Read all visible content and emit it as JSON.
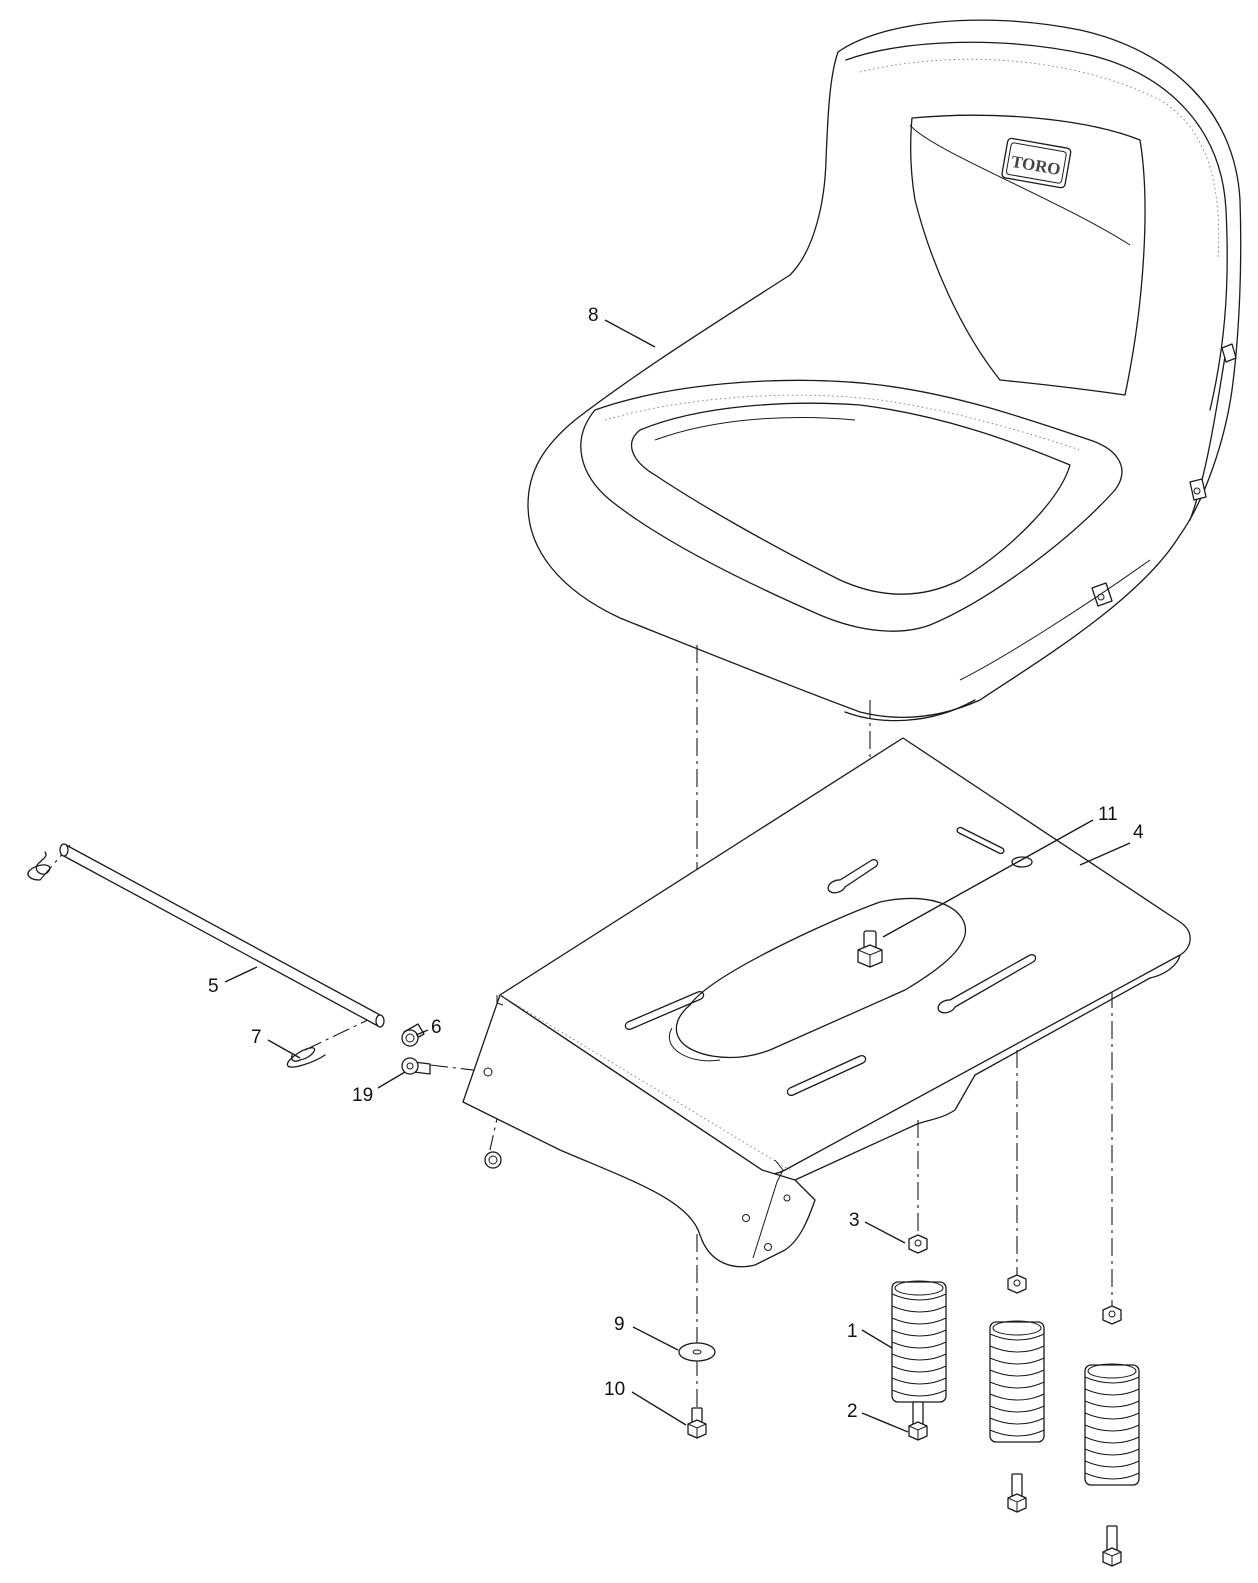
{
  "brand_text": "TORO",
  "callouts": [
    {
      "id": "8",
      "label": "8"
    },
    {
      "id": "11",
      "label": "11"
    },
    {
      "id": "4",
      "label": "4"
    },
    {
      "id": "5",
      "label": "5"
    },
    {
      "id": "7",
      "label": "7"
    },
    {
      "id": "6",
      "label": "6"
    },
    {
      "id": "19",
      "label": "19"
    },
    {
      "id": "3",
      "label": "3"
    },
    {
      "id": "1",
      "label": "1"
    },
    {
      "id": "2",
      "label": "2"
    },
    {
      "id": "9",
      "label": "9"
    },
    {
      "id": "10",
      "label": "10"
    }
  ]
}
